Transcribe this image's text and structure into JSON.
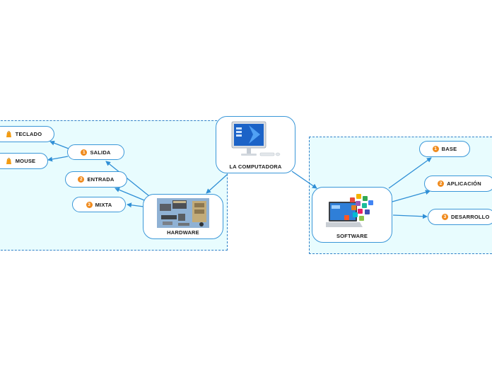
{
  "central": {
    "label": "LA COMPUTADORA",
    "icon": "desktop-computer-icon"
  },
  "hardware": {
    "label": "HARDWARE",
    "icon": "hardware-components-icon",
    "items": [
      {
        "marker": "1",
        "label": "SALIDA"
      },
      {
        "marker": "2",
        "label": "ENTRADA"
      },
      {
        "marker": "3",
        "label": "MIXTA"
      }
    ],
    "outputs": [
      {
        "label": "TECLADO",
        "icon": "fill-bucket-icon"
      },
      {
        "label": "MOUSE",
        "icon": "fill-bucket-icon"
      }
    ]
  },
  "software": {
    "label": "SOFTWARE",
    "icon": "laptop-apps-icon",
    "items": [
      {
        "marker": "1",
        "label": "BASE"
      },
      {
        "marker": "2",
        "label": "APLICACIÓN"
      },
      {
        "marker": "3",
        "label": "DESARROLLO"
      }
    ]
  },
  "colors": {
    "connector": "#2f8fd6",
    "zone_fill": "#e8fcfe",
    "zone_border": "#2f80c8",
    "node_border": "#3a97d8",
    "marker": "#f08a1c"
  }
}
